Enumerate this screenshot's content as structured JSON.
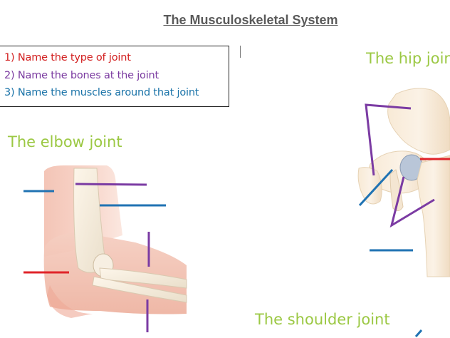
{
  "title": "The Musculoskeletal System",
  "instructions": [
    {
      "text": "1)  Name the type of joint",
      "color": "#d21f1f"
    },
    {
      "text": "2)  Name the bones at the joint",
      "color": "#7a3aa0"
    },
    {
      "text": "3)  Name the muscles around that joint",
      "color": "#1a73a8"
    }
  ],
  "headings": {
    "elbow": "The elbow joint",
    "hip": "The hip joint",
    "shoulder": "The shoulder joint"
  },
  "colors": {
    "heading": "#9bc843",
    "joint_line": "#e0242a",
    "bone_line": "#7b3ba3",
    "muscle_line": "#2073b3"
  }
}
